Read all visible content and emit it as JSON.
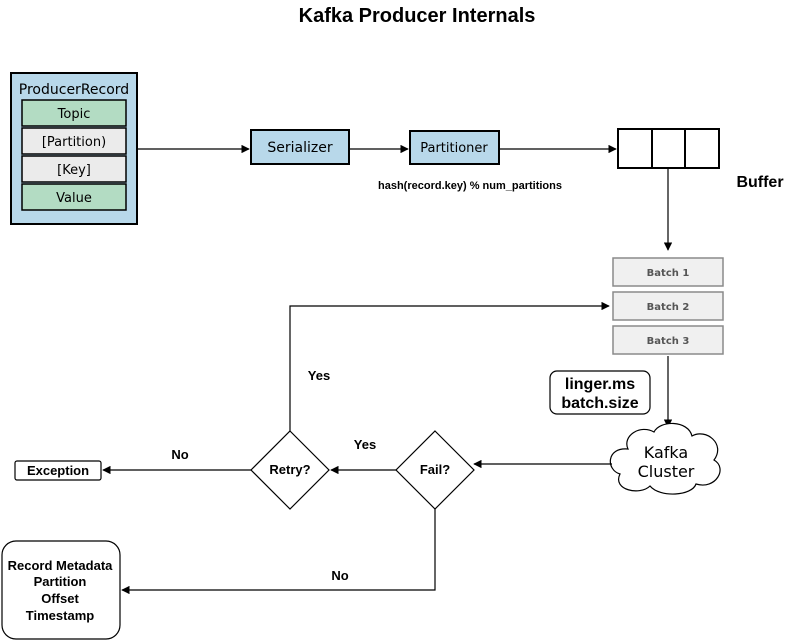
{
  "title": "Kafka Producer Internals",
  "producer_record": {
    "label": "ProducerRecord",
    "fields": [
      "Topic",
      "[Partition)",
      "[Key]",
      "Value"
    ]
  },
  "serializer": "Serializer",
  "partitioner": "Partitioner",
  "hash_label": "hash(record.key) % num_partitions",
  "buffer_label": "Buffer",
  "batches": [
    "Batch 1",
    "Batch 2",
    "Batch 3"
  ],
  "config": {
    "line1": "linger.ms",
    "line2": "batch.size"
  },
  "cluster": {
    "line1": "Kafka",
    "line2": "Cluster"
  },
  "fail": "Fail?",
  "retry": "Retry?",
  "exception": "Exception",
  "edges": {
    "fail_yes": "Yes",
    "fail_no": "No",
    "retry_yes": "Yes",
    "retry_no": "No"
  },
  "metadata": [
    "Record Metadata",
    "Partition",
    "Offset",
    "Timestamp"
  ],
  "colors": {
    "blue_fill": "#b8d8ea",
    "green_fill": "#b3dcc3",
    "gray_fill": "#ebebeb",
    "batch_fill": "#f0f0f0",
    "stroke": "#000000"
  }
}
